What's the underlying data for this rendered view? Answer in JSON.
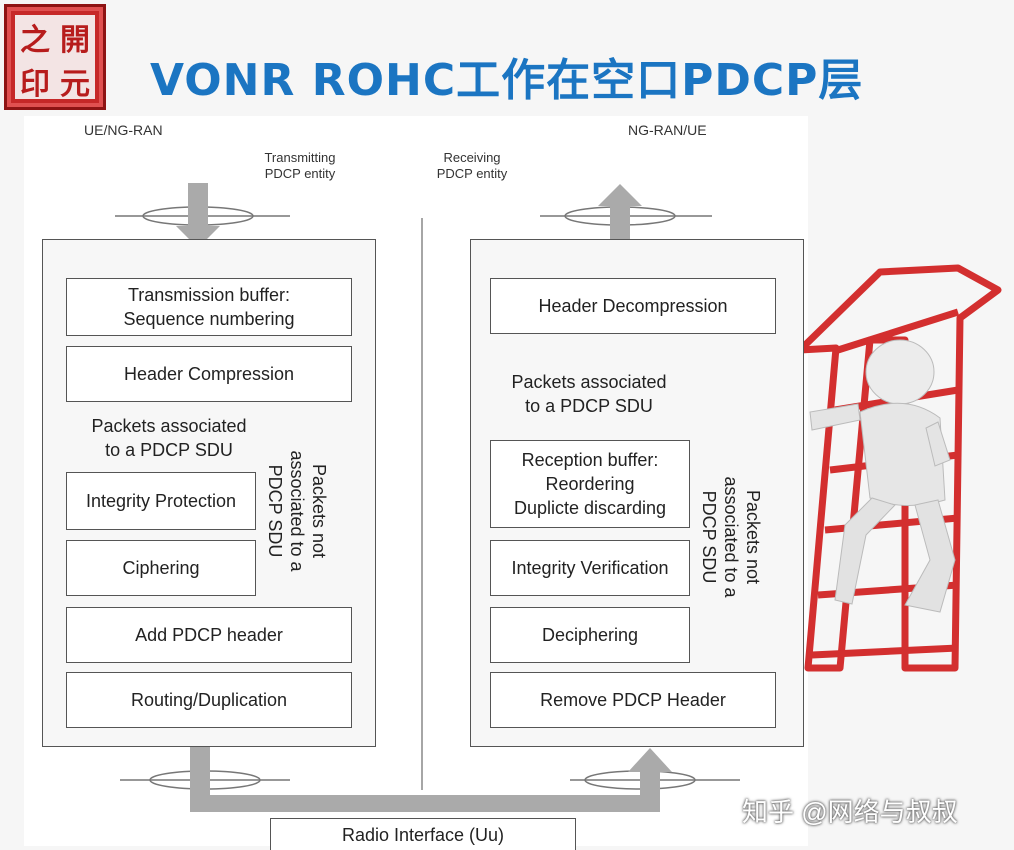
{
  "logo": {
    "chars": [
      "之",
      "開",
      "印",
      "元"
    ]
  },
  "title": "VONR ROHC工作在空口PDCP层",
  "diagram": {
    "left_entity_label": "UE/NG-RAN",
    "right_entity_label": "NG-RAN/UE",
    "tx_caption_line1": "Transmitting",
    "tx_caption_line2": "PDCP  entity",
    "rx_caption_line1": "Receiving",
    "rx_caption_line2": "PDCP  entity",
    "tx_blocks": {
      "buffer_line1": "Transmission buffer:",
      "buffer_line2": "Sequence numbering",
      "header_compression": "Header Compression",
      "integrity_protection": "Integrity Protection",
      "ciphering": "Ciphering",
      "add_header": "Add PDCP header",
      "routing": "Routing/Duplication"
    },
    "tx_assoc_line1": "Packets associated",
    "tx_assoc_line2": "to a PDCP SDU",
    "tx_not_assoc_line1": "Packets not",
    "tx_not_assoc_line2": "associated to a",
    "tx_not_assoc_line3": "PDCP SDU",
    "rx_blocks": {
      "header_decompression": "Header Decompression",
      "reception_line1": "Reception buffer:",
      "reception_line2": "Reordering",
      "reception_line3": "Duplicte discarding",
      "integrity_verification": "Integrity Verification",
      "deciphering": "Deciphering",
      "remove_header": "Remove PDCP Header"
    },
    "rx_assoc_line1": "Packets associated",
    "rx_assoc_line2": "to a PDCP SDU",
    "rx_not_assoc_line1": "Packets not",
    "rx_not_assoc_line2": "associated to a",
    "rx_not_assoc_line3": "PDCP SDU",
    "radio_interface": "Radio Interface (Uu)"
  },
  "watermark": "知乎 @网络与叔叔",
  "colors": {
    "title": "#1b75c2",
    "accent_red": "#e53935",
    "logo_red": "#c62828"
  }
}
